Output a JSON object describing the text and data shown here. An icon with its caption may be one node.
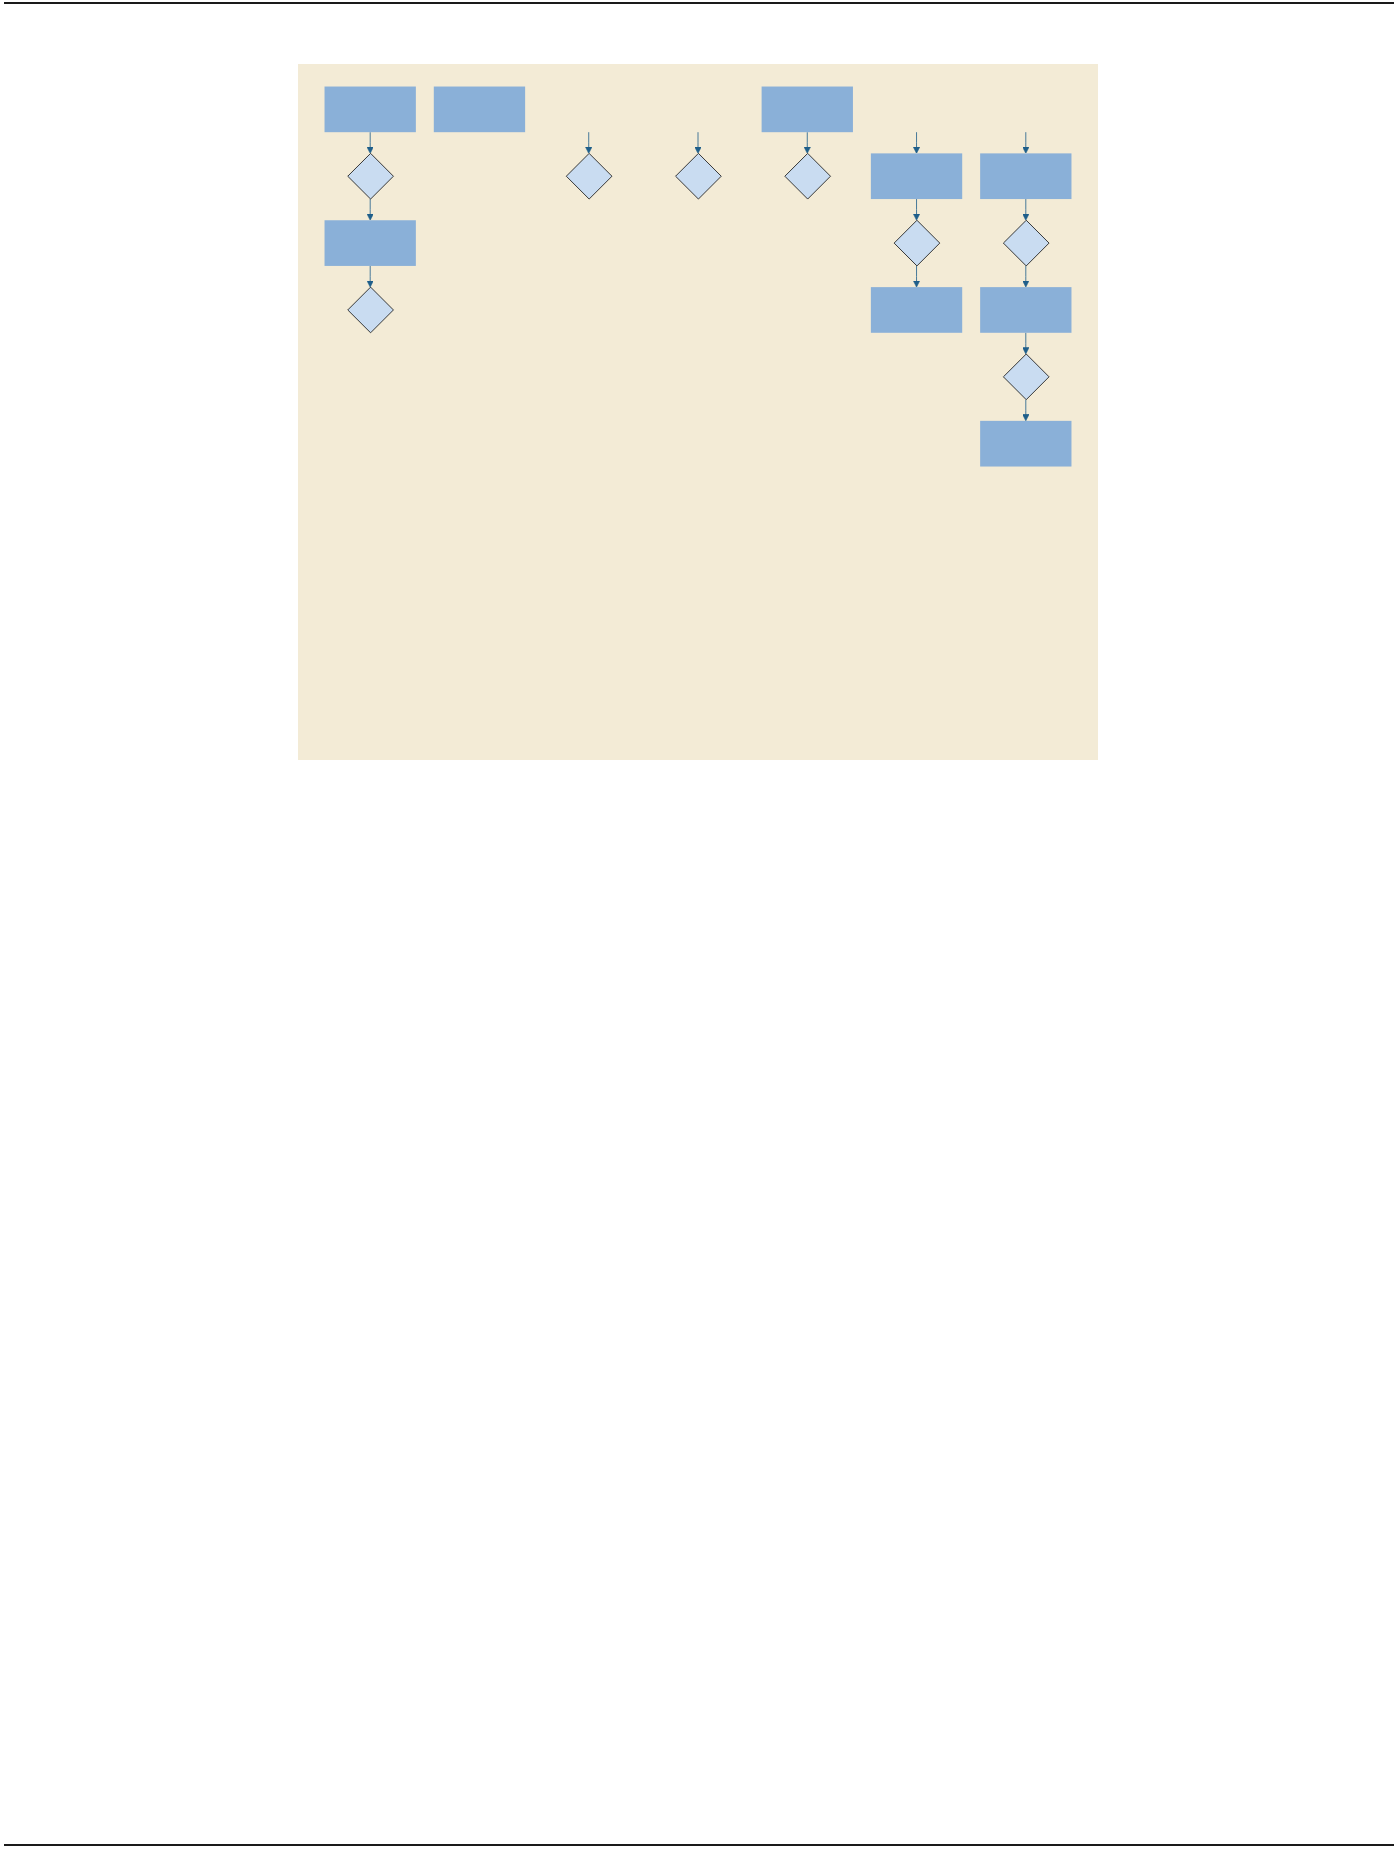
{
  "diagram": {
    "nodes": [
      {
        "text": [],
        "shape": "box"
      },
      {
        "text": [],
        "shape": "box"
      },
      {
        "text": [],
        "shape": "diamond"
      },
      {
        "text": [],
        "shape": "box"
      },
      {
        "text": [],
        "shape": "box"
      },
      {
        "text": [],
        "shape": "diamond"
      },
      {
        "text": [],
        "shape": "diamond"
      },
      {
        "text": [],
        "shape": "diamond"
      },
      {
        "text": [],
        "shape": "diamond"
      },
      {
        "text": [],
        "shape": "box"
      },
      {
        "text": [],
        "shape": "box"
      },
      {
        "text": [],
        "shape": "diamond"
      },
      {
        "text": [],
        "shape": "diamond"
      },
      {
        "text": [],
        "shape": "box"
      },
      {
        "text": [],
        "shape": "box"
      },
      {
        "text": [],
        "shape": "diamond"
      },
      {
        "text": [],
        "shape": "box"
      }
    ],
    "edges": [
      {
        "from": 0,
        "to": 2,
        "arrow": "to"
      },
      {
        "from": 2,
        "to": 3,
        "arrow": "to"
      },
      {
        "from": 3,
        "to": 5,
        "arrow": "to"
      },
      {
        "from": null,
        "to": 6,
        "arrow": "to"
      },
      {
        "from": null,
        "to": 7,
        "arrow": "to"
      },
      {
        "from": 4,
        "to": 8,
        "arrow": "to"
      },
      {
        "from": null,
        "to": 9,
        "arrow": "to"
      },
      {
        "from": null,
        "to": 10,
        "arrow": "to"
      },
      {
        "from": 9,
        "to": 11,
        "arrow": "to"
      },
      {
        "from": 10,
        "to": 12,
        "arrow": "to"
      },
      {
        "from": 11,
        "to": 13,
        "arrow": "to"
      },
      {
        "from": 12,
        "to": 14,
        "arrow": "to"
      },
      {
        "from": 14,
        "to": 15,
        "arrow": "to"
      },
      {
        "from": 15,
        "to": 16,
        "arrow": "to"
      }
    ]
  }
}
